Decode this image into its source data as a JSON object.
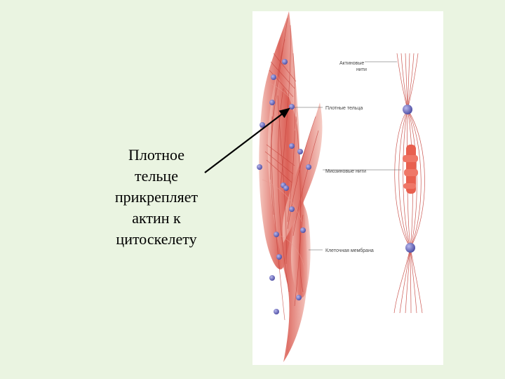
{
  "caption": {
    "lines": [
      "Плотное",
      "тельце",
      "прикрепляет",
      "актин к",
      "цитоскелету"
    ]
  },
  "diagram": {
    "labels": {
      "actin_line1": "Актиновые",
      "actin_line2": "нити",
      "dense_bodies": "Плотные тельца",
      "myosin": "Миозиновые нити",
      "membrane": "Клеточная мембрана"
    },
    "colors": {
      "cell_fill": "#d9584e",
      "cell_light": "#f2b0a6",
      "dense_body": "#6f6fc0",
      "fiber": "#c23a33",
      "arrow": "#000000"
    }
  }
}
